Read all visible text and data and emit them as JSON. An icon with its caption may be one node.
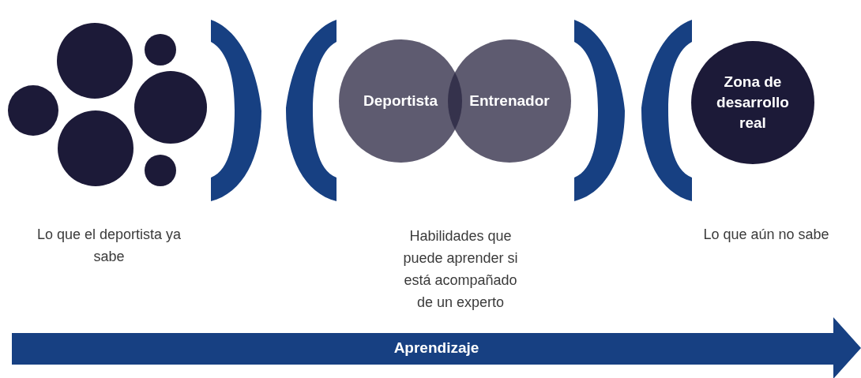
{
  "diagram": {
    "nodes": [
      {
        "text": [],
        "shape": "circle"
      },
      {
        "text": [],
        "shape": "circle"
      },
      {
        "text": [],
        "shape": "circle"
      },
      {
        "text": [],
        "shape": "circle"
      },
      {
        "text": [],
        "shape": "circle"
      },
      {
        "text": [],
        "shape": "circle"
      },
      {
        "text": [],
        "shape": "bracket"
      },
      {
        "text": [],
        "shape": "bracket"
      },
      {
        "text": [
          "Deportista"
        ]
      },
      {
        "text": [
          "Entrenador"
        ]
      },
      {
        "text": [],
        "shape": "bracket"
      },
      {
        "text": [],
        "shape": "bracket"
      },
      {
        "text": [
          "Zona de desarrollo real"
        ]
      },
      {
        "text": [
          "Aprendizaje"
        ]
      }
    ],
    "edges": [],
    "labels": [
      "Lo que el deportista ya sabe",
      "Habilidades que puede aprender si está acompañado de un experto",
      "Lo que aún no sabe"
    ]
  }
}
